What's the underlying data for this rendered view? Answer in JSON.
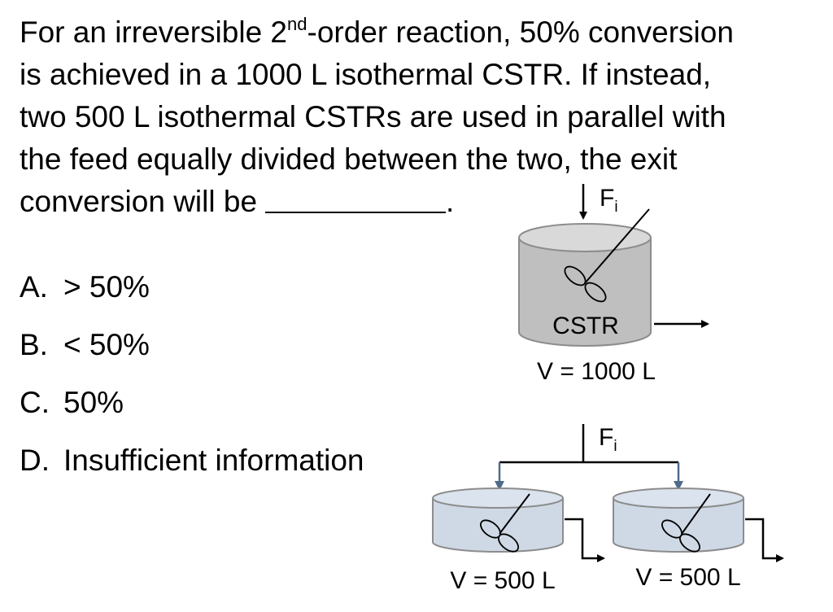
{
  "question": {
    "line1_pre": "For an irreversible 2",
    "line1_sup": "nd",
    "line1_post": "-order reaction, 50% conversion",
    "line2": "is achieved in a 1000 L isothermal CSTR. If instead,",
    "line3": "two 500 L isothermal CSTRs are used in parallel with",
    "line4": "the feed equally divided between the two, the exit",
    "line5": "conversion will be",
    "line5_end": "."
  },
  "options": [
    {
      "letter": "A.",
      "text": "> 50%"
    },
    {
      "letter": "B.",
      "text": "< 50%"
    },
    {
      "letter": "C.",
      "text": "50%"
    },
    {
      "letter": "D.",
      "text": "Insufficient information"
    }
  ],
  "diagram": {
    "feed_symbol": "F",
    "feed_subscript": "i",
    "single_reactor": {
      "label": "CSTR",
      "volume": "V = 1000 L"
    },
    "parallel_reactors": [
      {
        "volume": "V = 500 L"
      },
      {
        "volume": "V = 500 L"
      }
    ],
    "colors": {
      "tank_large": "#bfbfbf",
      "tank_large_top": "#d9d9d9",
      "tank_small": "#cfd9e6",
      "tank_small_top": "#dbe3ee",
      "arrow_blue": "#4f6b8a"
    }
  }
}
